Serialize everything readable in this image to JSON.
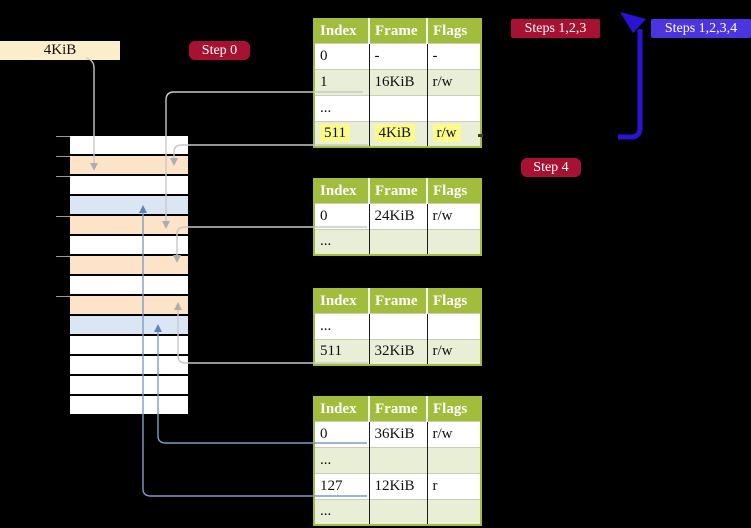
{
  "labels": {
    "frame_box": "4KiB",
    "step0": "Step 0",
    "steps123": "Steps 1,2,3",
    "steps1234": "Steps 1,2,3,4",
    "step4": "Step 4"
  },
  "tables": [
    {
      "headers": [
        "Index",
        "Frame",
        "Flags"
      ],
      "rows": [
        {
          "cells": [
            "0",
            "-",
            "-"
          ]
        },
        {
          "cells": [
            "1",
            "16KiB",
            "r/w"
          ]
        },
        {
          "cells": [
            "...",
            "",
            ""
          ]
        },
        {
          "cells": [
            "511",
            "4KiB",
            "r/w"
          ],
          "highlighted": true
        }
      ]
    },
    {
      "headers": [
        "Index",
        "Frame",
        "Flags"
      ],
      "rows": [
        {
          "cells": [
            "0",
            "24KiB",
            "r/w"
          ]
        },
        {
          "cells": [
            "...",
            "",
            ""
          ]
        }
      ]
    },
    {
      "headers": [
        "Index",
        "Frame",
        "Flags"
      ],
      "rows": [
        {
          "cells": [
            "...",
            "",
            ""
          ]
        },
        {
          "cells": [
            "511",
            "32KiB",
            "r/w"
          ]
        }
      ]
    },
    {
      "headers": [
        "Index",
        "Frame",
        "Flags"
      ],
      "rows": [
        {
          "cells": [
            "0",
            "36KiB",
            "r/w"
          ]
        },
        {
          "cells": [
            "...",
            "",
            ""
          ]
        },
        {
          "cells": [
            "127",
            "12KiB",
            "r"
          ]
        },
        {
          "cells": [
            "...",
            "",
            ""
          ]
        }
      ]
    }
  ],
  "memory": {
    "rows": [
      "free",
      "table",
      "free",
      "page",
      "table",
      "free",
      "table",
      "free",
      "table",
      "page",
      "free",
      "free",
      "free",
      "free"
    ]
  },
  "colors": {
    "crimson": "#a81232",
    "bluelabel": "#4c34de",
    "bluearrow": "#2c13d4",
    "green": "#a2bd3c",
    "rowgreen": "#e9eed7",
    "wheat": "#faeecb",
    "orange": "#fde4c8",
    "pageblue": "#dbe6f4",
    "hl": "#fbfb8b",
    "grayline": "#c8c8c8",
    "blueline": "#7e9cc7"
  }
}
